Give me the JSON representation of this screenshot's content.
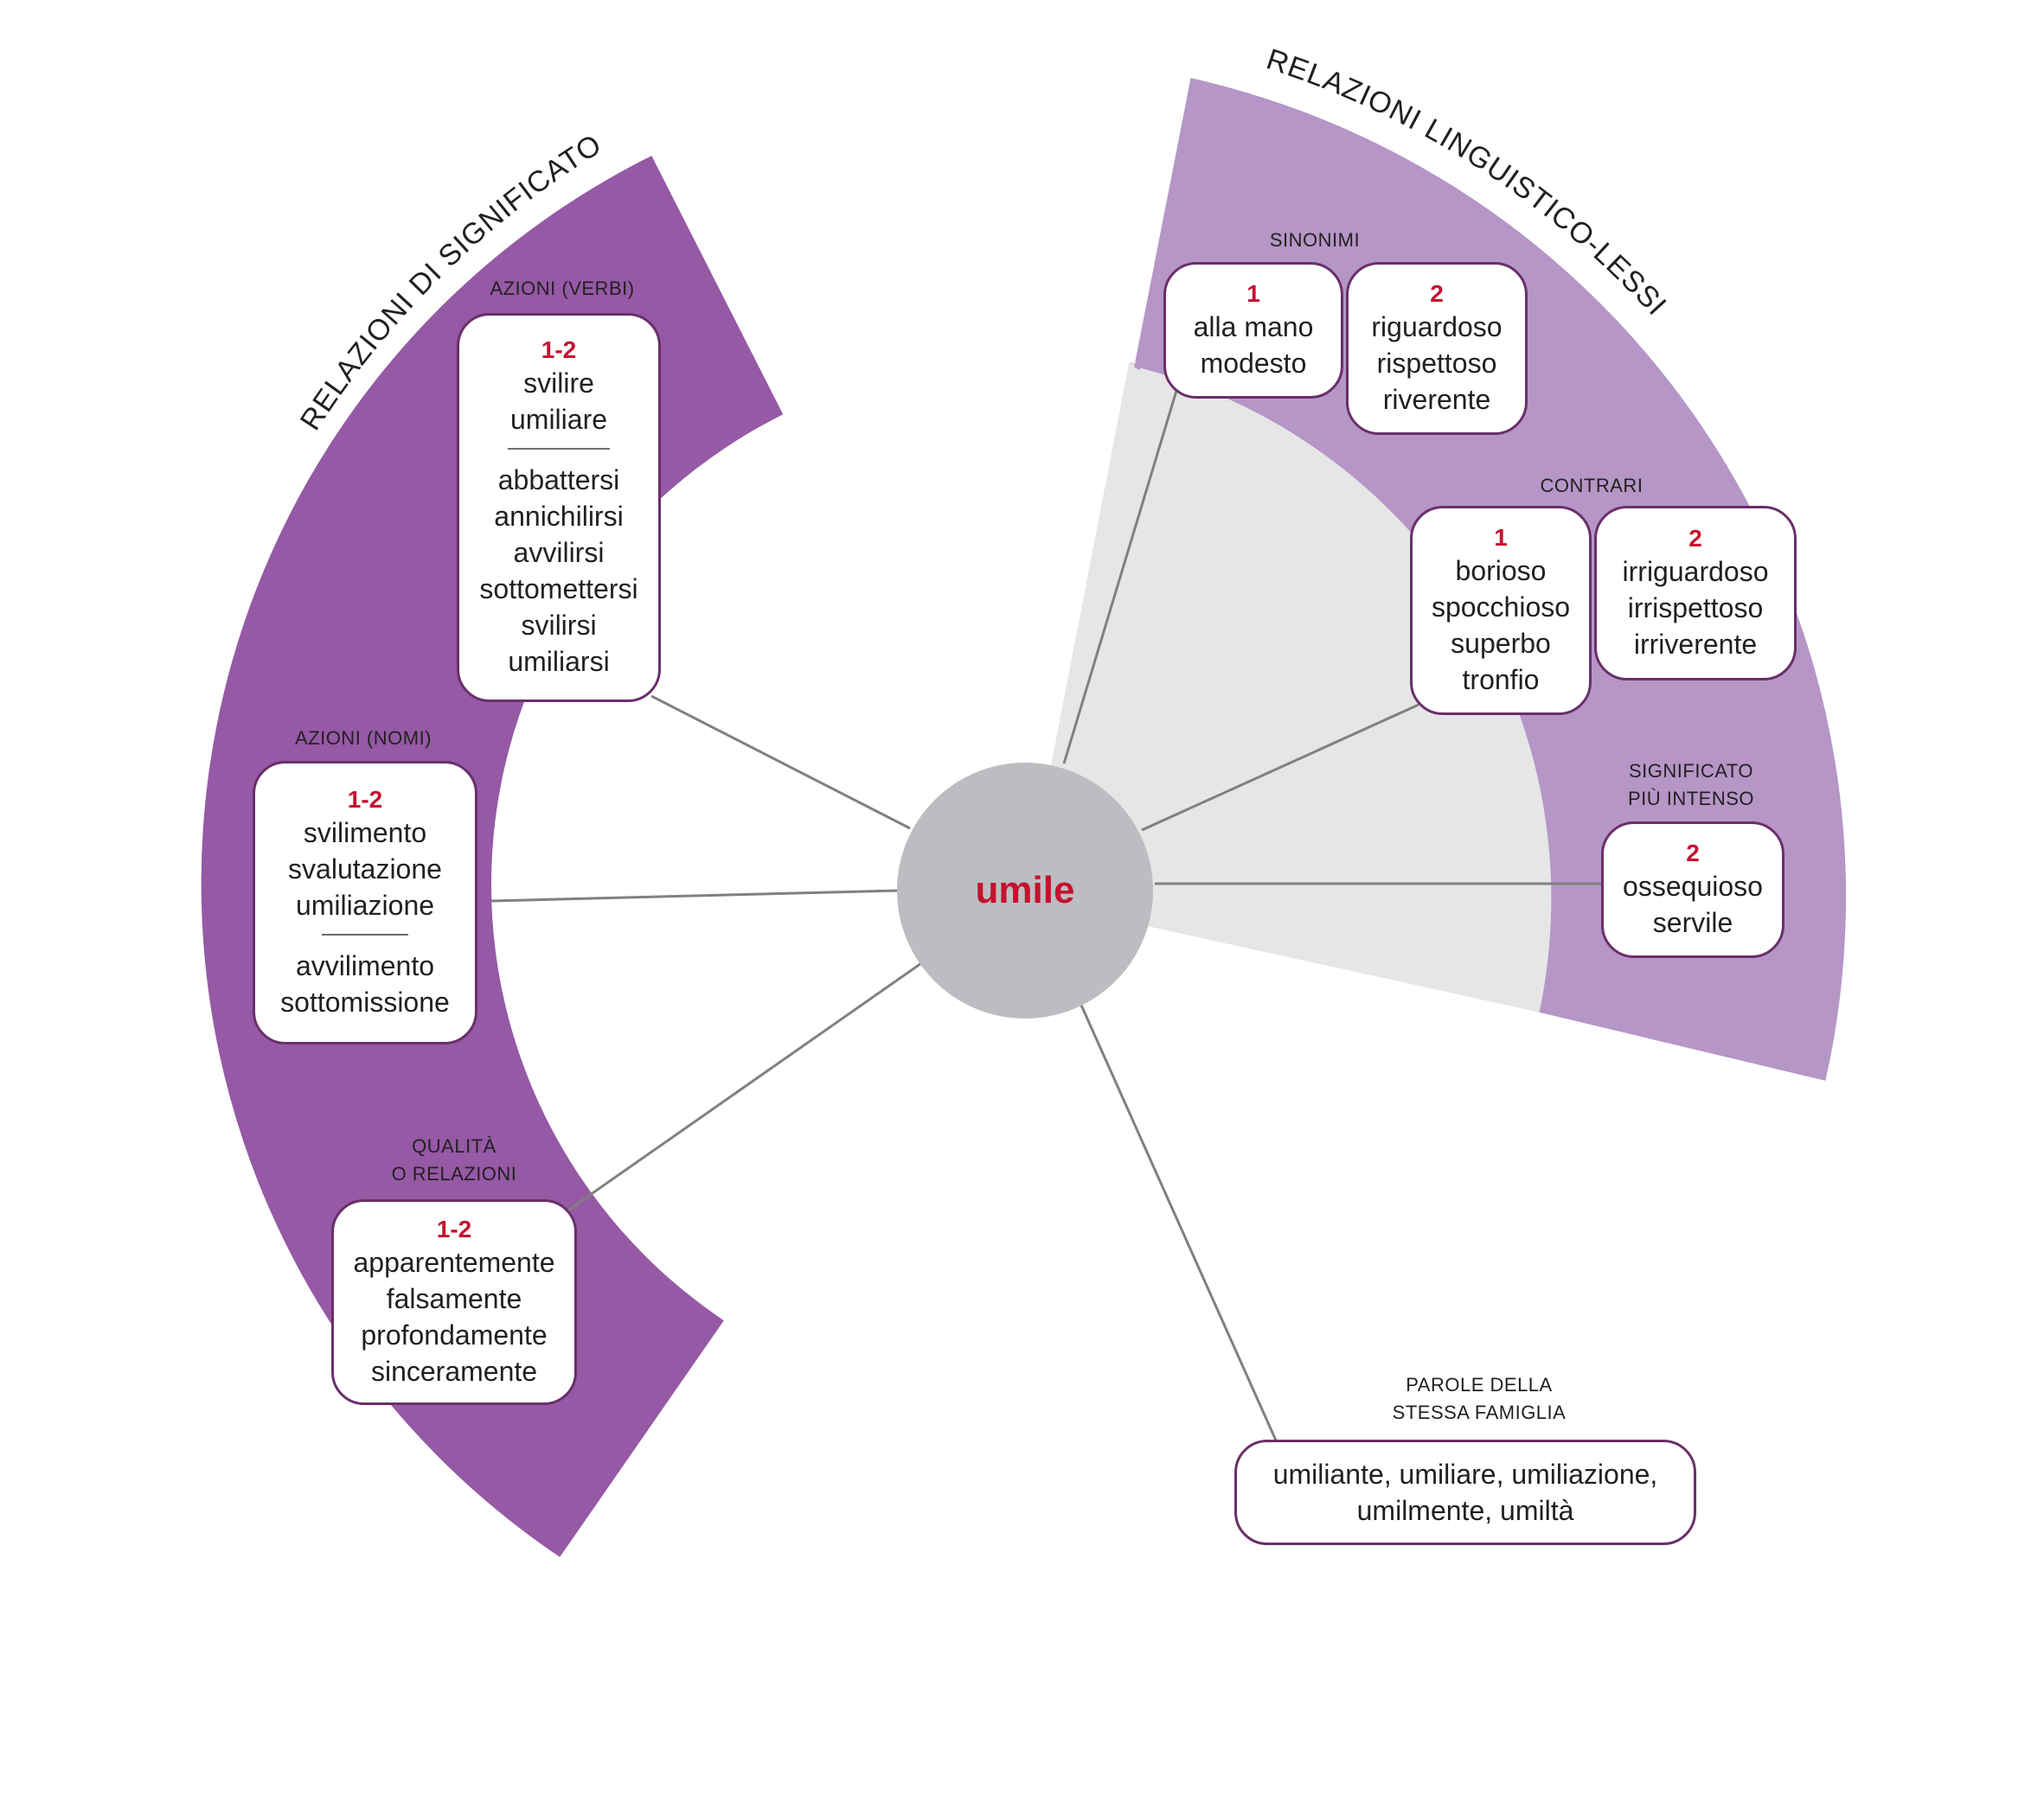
{
  "center_word": "umile",
  "colors": {
    "dark_purple": "#9559a5",
    "light_purple": "#b596c7",
    "grey_sector": "#e6e6e7",
    "center_circle": "#bcbdc0",
    "accent_red": "#c4122f",
    "box_border": "#6a2f6a"
  },
  "left_band": {
    "title": "RELAZIONI DI SIGNIFICATO",
    "verbs": {
      "caption": "AZIONI (VERBI)",
      "number": "1-2",
      "primary": [
        "svilire",
        "umiliare"
      ],
      "secondary": [
        "abbattersi",
        "annichilirsi",
        "avvilirsi",
        "sottomettersi",
        "svilirsi",
        "umiliarsi"
      ]
    },
    "nouns": {
      "caption": "AZIONI (NOMI)",
      "number": "1-2",
      "primary": [
        "svilimento",
        "svalutazione",
        "umiliazione"
      ],
      "secondary": [
        "avvilimento",
        "sottomissione"
      ]
    },
    "qualities": {
      "caption": [
        "QUALITÀ",
        "O RELAZIONI"
      ],
      "number": "1-2",
      "words": [
        "apparentemente",
        "falsamente",
        "profondamente",
        "sinceramente"
      ]
    }
  },
  "right_band": {
    "title": "RELAZIONI LINGUISTICO-LESSICALI",
    "sinonimi": {
      "caption": "SINONIMI",
      "box1": {
        "number": "1",
        "words": [
          "alla mano",
          "modesto"
        ]
      },
      "box2": {
        "number": "2",
        "words": [
          "riguardoso",
          "rispettoso",
          "riverente"
        ]
      }
    },
    "contrari": {
      "caption": "CONTRARI",
      "box1": {
        "number": "1",
        "words": [
          "borioso",
          "spocchioso",
          "superbo",
          "tronfio"
        ]
      },
      "box2": {
        "number": "2",
        "words": [
          "irriguardoso",
          "irrispettoso",
          "irriverente"
        ]
      }
    },
    "intenso": {
      "caption": [
        "SIGNIFICATO",
        "PIÙ INTENSO"
      ],
      "number": "2",
      "words": [
        "ossequioso",
        "servile"
      ]
    }
  },
  "family": {
    "caption": [
      "PAROLE DELLA",
      "STESSA FAMIGLIA"
    ],
    "lines": [
      "umiliante, umiliare, umiliazione,",
      "umilmente, umiltà"
    ]
  }
}
